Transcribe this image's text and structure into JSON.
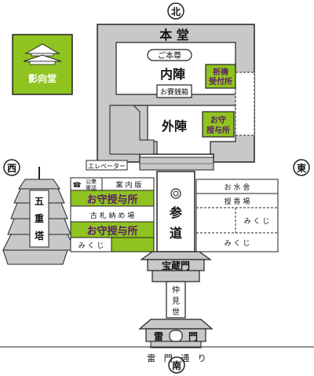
{
  "colors": {
    "building_gray": "#c8c8c8",
    "green": "#8fc31f",
    "green_dark": "#5a8a10",
    "amulet_text": "#5c1a6b",
    "stroke": "#222222"
  },
  "compass": {
    "north": "北",
    "south": "南",
    "east": "東",
    "west": "西"
  },
  "buildings": {
    "hondo": "本 堂",
    "honzon": "ご本尊",
    "naijin": "内陣",
    "saisenbako": "お賽銭箱",
    "kito_line1": "祈祷",
    "kito_line2": "受付所",
    "gaijin": "外陣",
    "omamori_right_line1": "お守",
    "omamori_right_line2": "授与所",
    "elevator": "エレベーター",
    "yogodo": "影向堂",
    "pagoda": [
      "五",
      "重",
      "塔"
    ],
    "hozomon": "宝蔵門",
    "nakamise": [
      "仲",
      "見",
      "世"
    ],
    "kaminarimon_left": "雷",
    "kaminarimon_right": "門"
  },
  "pagoda_icon": "pagoda-icon",
  "yogodo_icon": "temple-roof-icon",
  "phone_icon": "phone-icon",
  "sando": [
    "参",
    "道"
  ],
  "left_stalls": {
    "phone_line1": "公衆",
    "phone_line2": "電話",
    "info": "案 内 版",
    "omamori_1": "お守授与所",
    "kofuda": "古 札 納 め 場",
    "omamori_2": "お守授与所",
    "mikuji": "み く じ"
  },
  "right_stalls": {
    "omizuya": "お 水 舎",
    "okoba": "授 香 場",
    "mikuji_1": "み く じ",
    "mikuji_2": "み く じ"
  },
  "street": "雷   門   通   り"
}
